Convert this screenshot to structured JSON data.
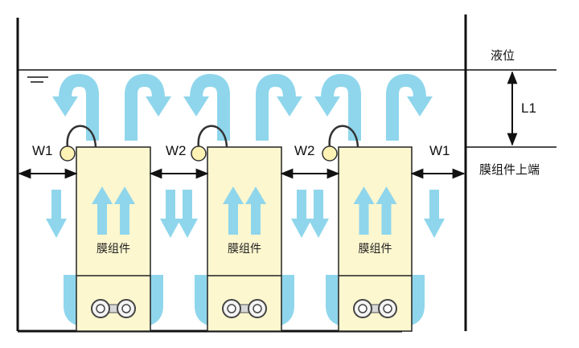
{
  "labels": {
    "liquid_level": "液位",
    "l1": "L1",
    "module_top": "膜组件上端",
    "w1_left": "W1",
    "w2_a": "W2",
    "w2_b": "W2",
    "w1_right": "W1"
  },
  "modules": [
    {
      "label": "膜组件"
    },
    {
      "label": "膜组件"
    },
    {
      "label": "膜组件"
    }
  ],
  "colors": {
    "tank_line": "#111111",
    "module_fill": "#fdf7cf",
    "module_stroke": "#222222",
    "flow_arrow": "#8fd6ec",
    "cap": "#fef3b4"
  }
}
